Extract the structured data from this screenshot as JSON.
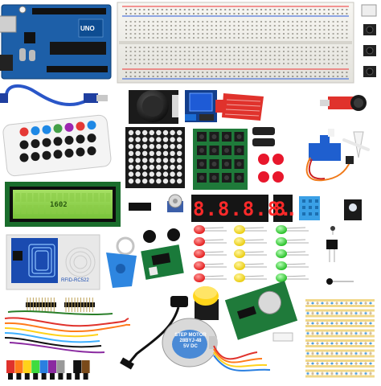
{
  "scene": {
    "description_labels": {
      "board_label": "UNO",
      "lcd_label": "1602",
      "rfid_label": "RFID-RC522",
      "stepper_label_line1": "STEP MOTOR",
      "stepper_label_line2": "28BYJ-48",
      "stepper_label_line3": "5V DC",
      "seg4_text": "8.8.8.8.",
      "seg1_text": "8."
    },
    "colors": {
      "board_blue": "#1d5fa8",
      "breadboard": "#f1f0ec",
      "lcd_green": "#8fd14f",
      "led_red": "#ff2b2b",
      "led_yellow": "#ffe21a",
      "led_green": "#3fdb3f",
      "sensor_red": "#e0322c",
      "pcb_blue": "#123e8c",
      "pcb_green": "#1f7a3a"
    }
  }
}
